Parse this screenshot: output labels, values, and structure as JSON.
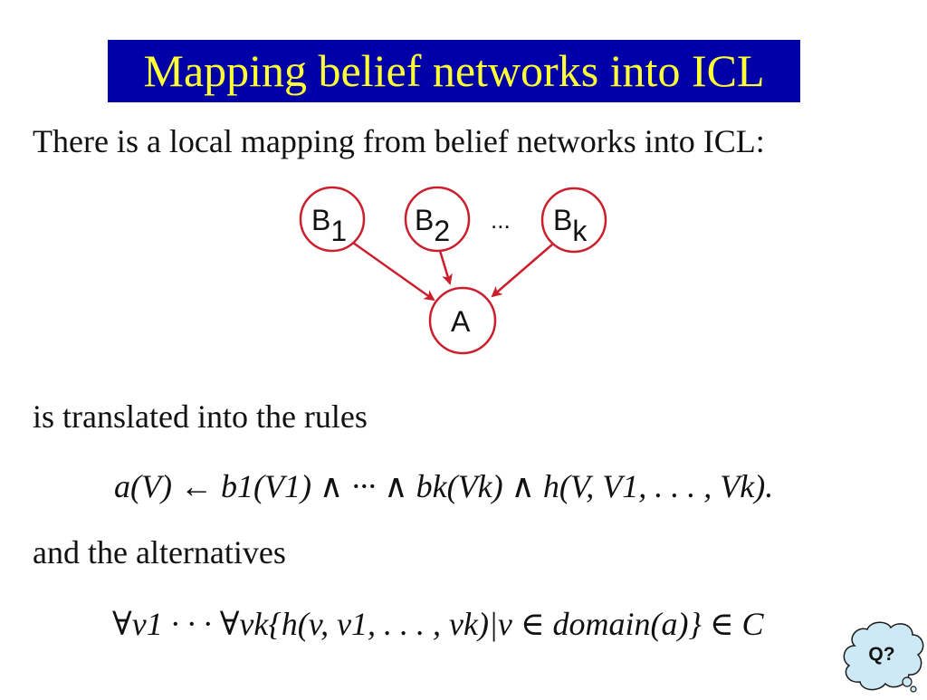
{
  "title": "Mapping belief networks into ICL",
  "intro": "There is a local mapping from belief networks into ICL:",
  "diagram": {
    "nodes": {
      "b1": {
        "base": "B",
        "sub": "1"
      },
      "b2": {
        "base": "B",
        "sub": "2"
      },
      "bk": {
        "base": "B",
        "sub": "k"
      },
      "a": {
        "label": "A"
      }
    },
    "ellipsis": "...",
    "colors": {
      "node_stroke": "#cc1f2e",
      "arrow": "#cc1f2e"
    }
  },
  "translated_text": "is translated into the rules",
  "rule": {
    "head": "a(V)",
    "arrow": "←",
    "body": "b1(V1) ∧ ··· ∧ bk(Vk) ∧ h(V, V1, . . . , Vk)."
  },
  "alternatives_text": "and the alternatives",
  "alternatives_formula": "∀v1 · · · ∀vk{h(v, v1, . . . , vk)|v ∈ domain(a)} ∈ C",
  "help_bubble": {
    "label": "Q?",
    "icon": "cloud-help-icon"
  },
  "colors": {
    "title_bg": "#0000a8",
    "title_fg": "#ffff33"
  }
}
